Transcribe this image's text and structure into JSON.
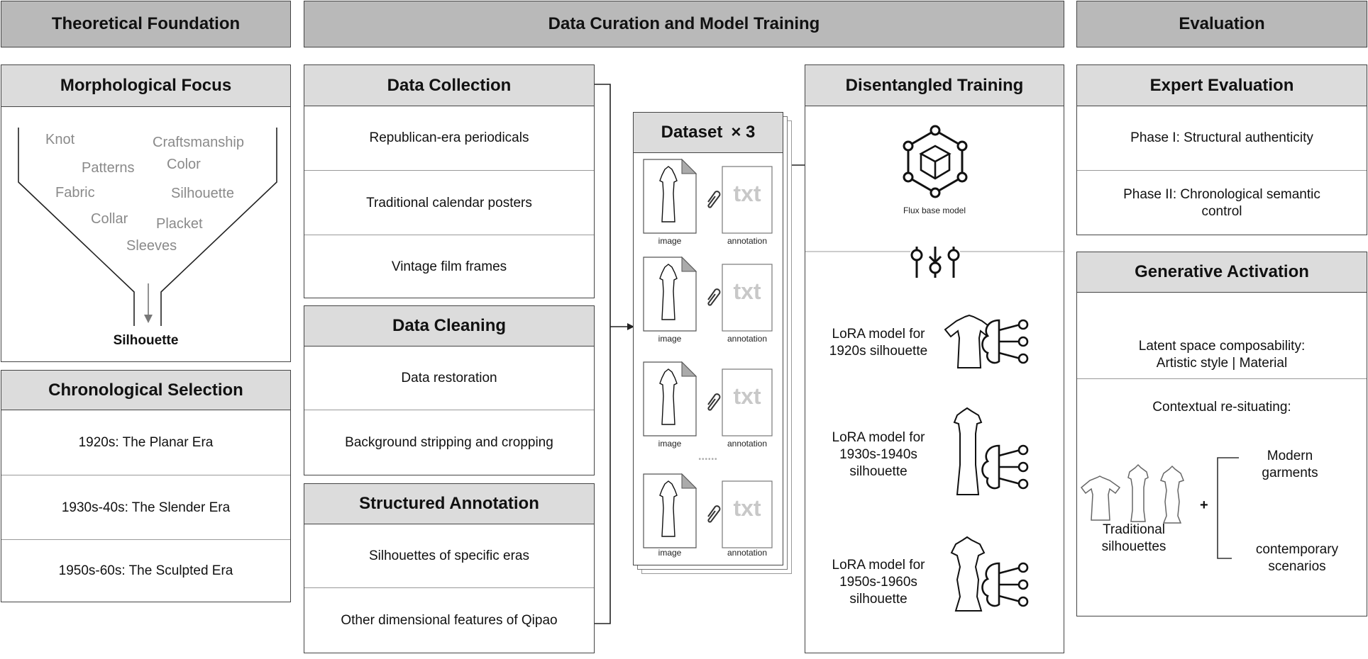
{
  "columns": {
    "theory": "Theoretical Foundation",
    "curation": "Data Curation and Model Training",
    "evaluation": "Evaluation"
  },
  "morphological": {
    "title": "Morphological Focus",
    "keywords": [
      "Knot",
      "Craftsmanship",
      "Patterns",
      "Color",
      "Fabric",
      "Silhouette",
      "Collar",
      "Placket",
      "Sleeves"
    ],
    "output": "Silhouette"
  },
  "chronological": {
    "title": "Chronological Selection",
    "items": [
      "1920s: The Planar Era",
      "1930s-40s: The Slender Era",
      "1950s-60s: The Sculpted Era"
    ]
  },
  "collection": {
    "title": "Data Collection",
    "items": [
      "Republican-era periodicals",
      "Traditional calendar posters",
      "Vintage film frames"
    ]
  },
  "cleaning": {
    "title": "Data Cleaning",
    "items": [
      "Data restoration",
      "Background stripping and cropping"
    ]
  },
  "annotation": {
    "title": "Structured Annotation",
    "items": [
      "Silhouettes of specific eras",
      "Other dimensional features of Qipao"
    ]
  },
  "dataset": {
    "title": "Dataset",
    "multiplier": "× 3",
    "image_label": "image",
    "annotation_label": "annotation",
    "txt_label": "txt",
    "ellipsis": "••••••"
  },
  "training": {
    "title": "Disentangled Training",
    "base_model": "Flux base model",
    "lora": [
      "LoRA model for 1920s silhouette",
      "LoRA model for 1930s-1940s silhouette",
      "LoRA model for 1950s-1960s silhouette"
    ]
  },
  "expert": {
    "title": "Expert Evaluation",
    "items": [
      "Phase I: Structural authenticity",
      "Phase II: Chronological semantic control"
    ]
  },
  "generative": {
    "title": "Generative Activation",
    "latent_line1": "Latent space composability:",
    "latent_line2": "Artistic style | Material",
    "contextual": "Contextual re-situating:",
    "traditional": "Traditional silhouettes",
    "plus": "+",
    "modern": "Modern garments",
    "contemporary": "contemporary scenarios"
  }
}
